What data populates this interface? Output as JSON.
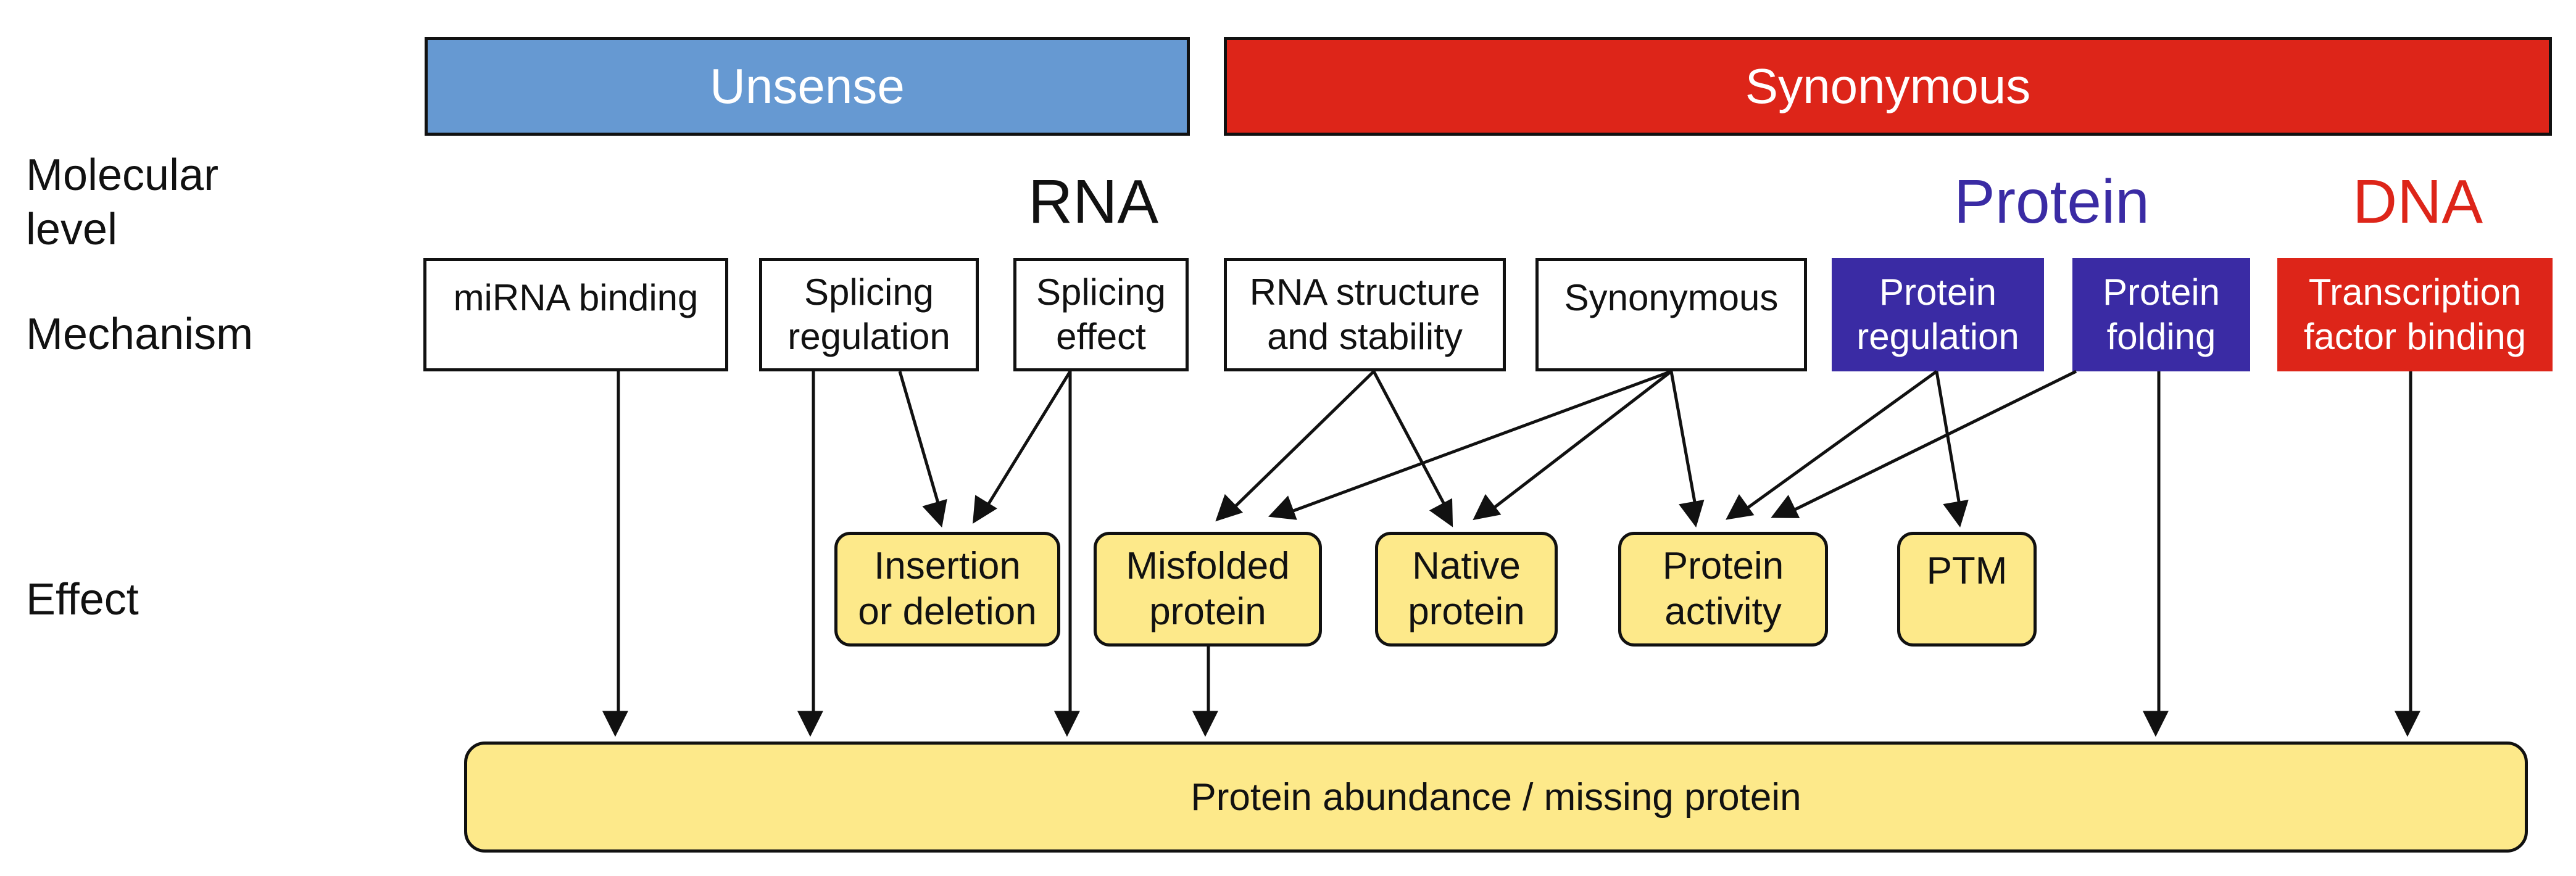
{
  "banners": {
    "unsense": "Unsense",
    "synonymous": "Synonymous"
  },
  "row_labels": {
    "molecular_level": "Molecular\nlevel",
    "mechanism": "Mechanism",
    "effect": "Effect"
  },
  "levels": {
    "rna": "RNA",
    "protein": "Protein",
    "dna": "DNA"
  },
  "mechanisms": {
    "mirna_binding": "miRNA binding",
    "splicing_regulation": "Splicing\nregulation",
    "splicing_effect": "Splicing\neffect",
    "rna_structure": "RNA structure\nand stability",
    "synonymous": "Synonymous",
    "protein_regulation": "Protein\nregulation",
    "protein_folding": "Protein\nfolding",
    "transcription_factor": "Transcription\nfactor binding"
  },
  "effects": {
    "insertion_deletion": "Insertion\nor deletion",
    "misfolded_protein": "Misfolded\nprotein",
    "native_protein": "Native\nprotein",
    "protein_activity": "Protein\nactivity",
    "ptm": "PTM"
  },
  "outcome": "Protein abundance / missing protein",
  "colors": {
    "unsense_blue": "#6699d2",
    "synonymous_red": "#dd2519",
    "protein_purple": "#3a2ba4",
    "effect_yellow": "#fde98a"
  }
}
